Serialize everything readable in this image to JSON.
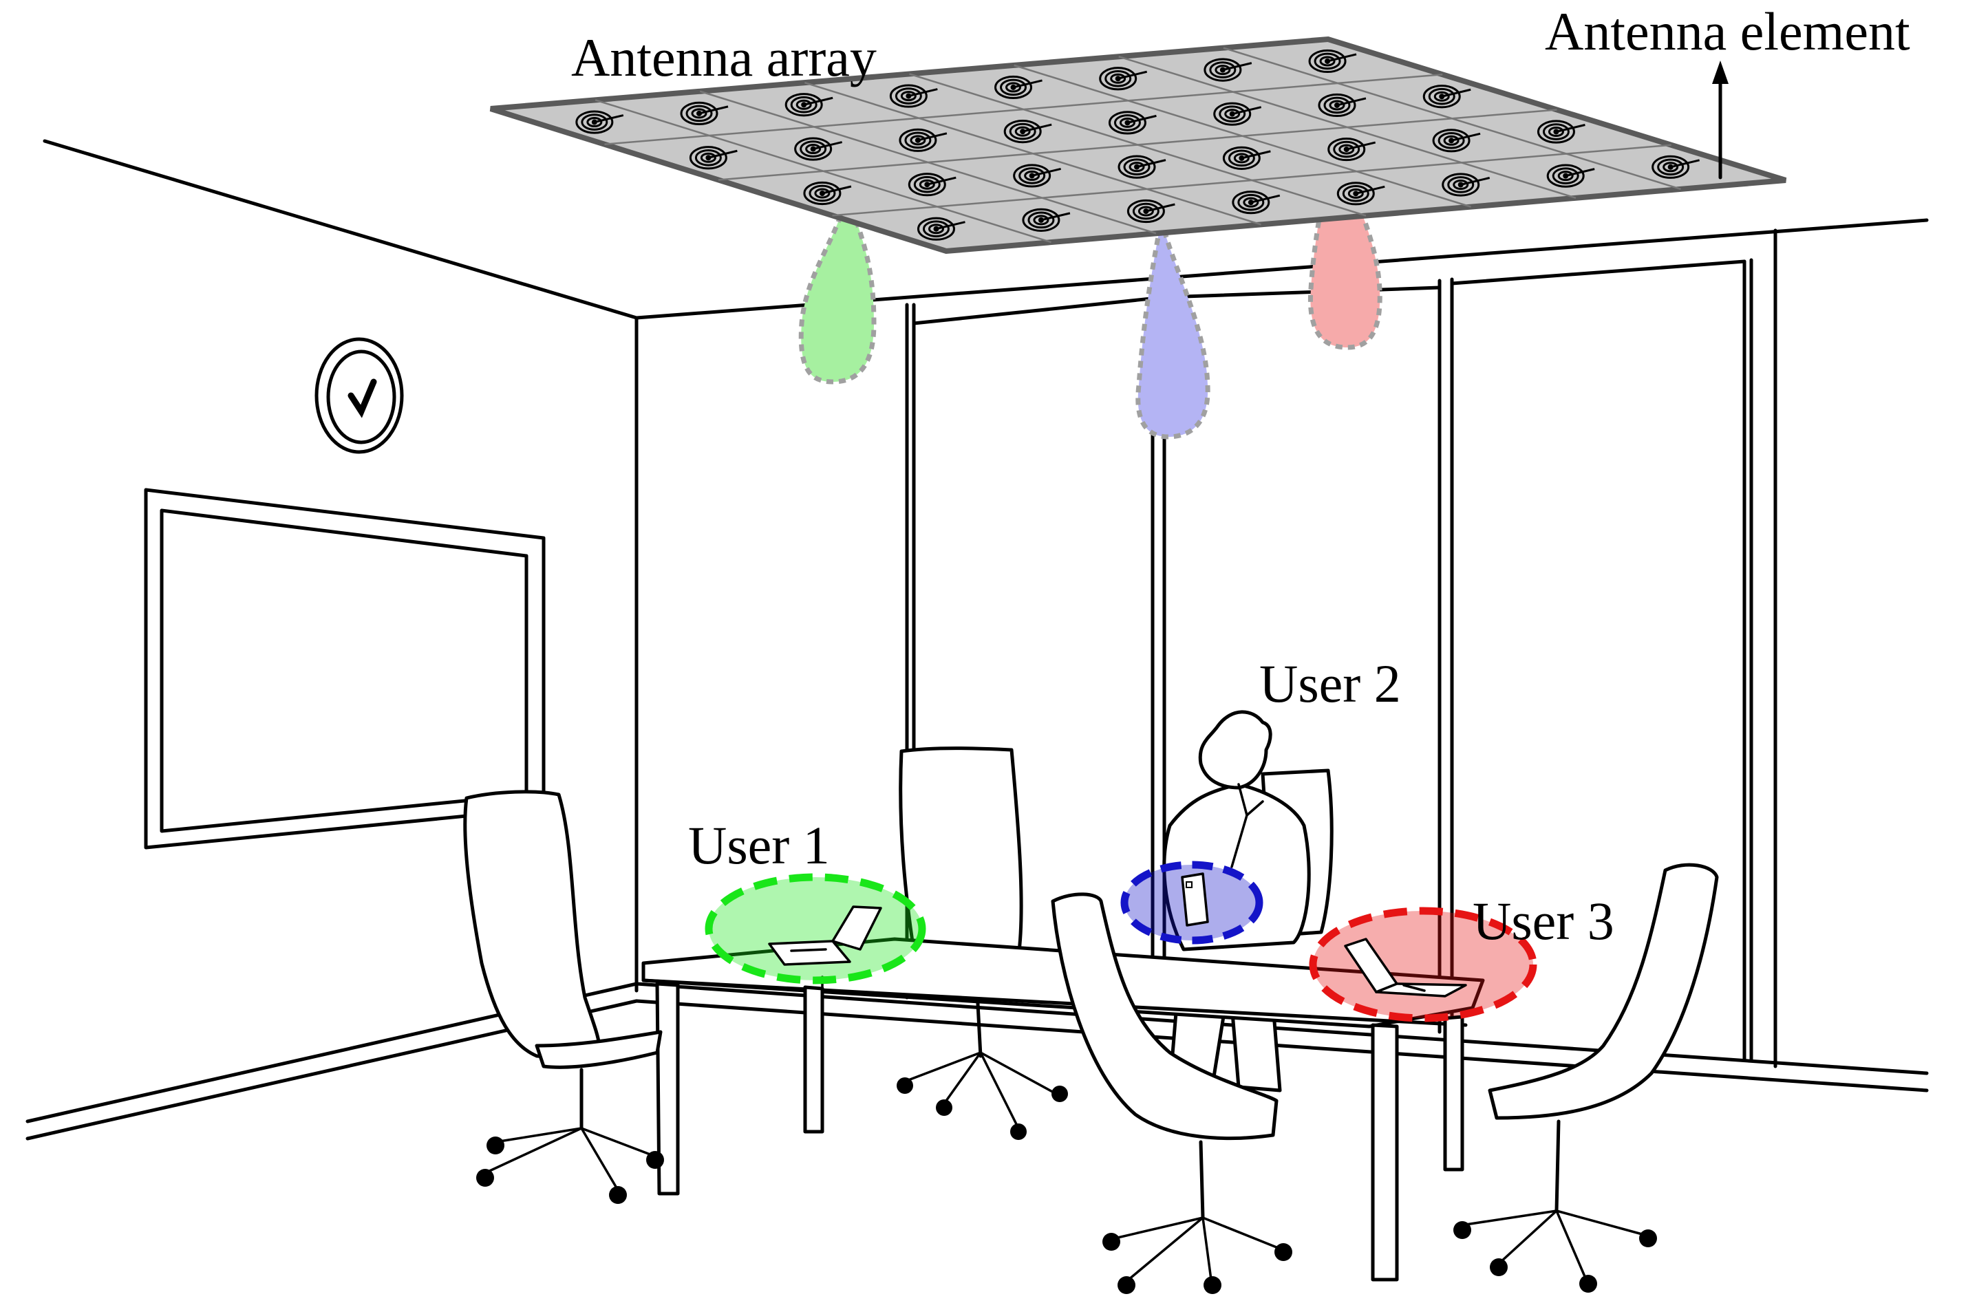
{
  "labels": {
    "antenna_array": "Antenna array",
    "antenna_element": "Antenna element",
    "user1": "User 1",
    "user2": "User 2",
    "user3": "User 3"
  },
  "colors": {
    "array_fill": "#c8c8c8",
    "array_edge": "#5a5a5a",
    "beam_green_fill": "#a6f0a0",
    "beam_blue_fill": "#b4b4f4",
    "beam_red_fill": "#f6aaaa",
    "beam_outline": "#a0a0a0",
    "user1": "#19e619",
    "user2": "#1414c8",
    "user3": "#e61414"
  },
  "icons": [
    "antenna-element-icon",
    "clock-icon",
    "laptop-icon",
    "phone-icon",
    "arrow-up-icon"
  ]
}
